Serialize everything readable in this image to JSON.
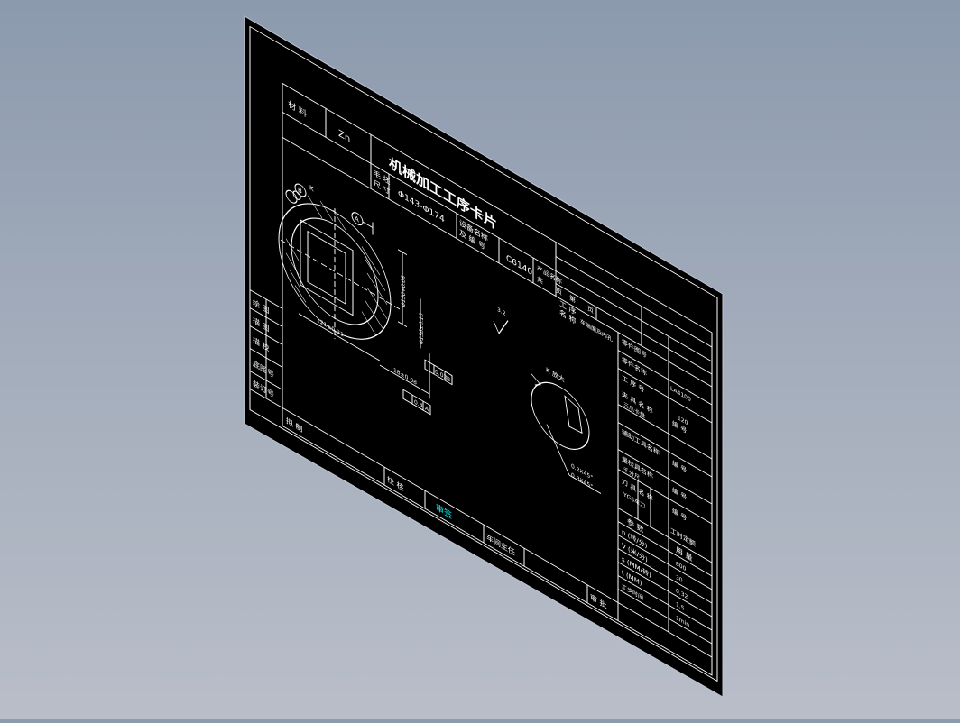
{
  "viewport": {
    "background_top": "#8c9aae",
    "background_bottom": "#b9bec9"
  },
  "sheet": {
    "background": "#000000",
    "line_color": "#ffffff",
    "accent_color": "#00ffff"
  },
  "title_block": {
    "material_label": "材 料",
    "material_value": "Zn",
    "title": "机械加工工序卡片",
    "blank_label_1": "毛 坯",
    "blank_label_2": "尺 寸",
    "blank_size": "Φ143-Φ174",
    "equipment_label_1": "设备名称",
    "equipment_label_2": "及 编 号",
    "equipment_value": "C6140",
    "product_name_label": "产品名称",
    "page_total_label": "共",
    "page_total_unit": "页",
    "page_current_label": "第",
    "page_current_unit": "页",
    "process_label_1": "工 序",
    "process_label_2": "名 称",
    "process_name": "车端面及内孔",
    "part_no_label": "零件图号",
    "part_name_label": "零件名称",
    "part_name_value": "LA4100",
    "op_no_label": "工 序 号",
    "fixture_label": "夹 具 名 称",
    "fixture_value": "三爪卡盘",
    "fixture_no_label": "编 号",
    "fixture_no_value": "120",
    "aux_tool_label": "辅助工具名称",
    "aux_no_label": "编 号",
    "gauge_label": "量检具名称",
    "gauge_value": "千分尺",
    "gauge_no_label": "编 号",
    "cutter_label": "刀 具 名 称",
    "cutter_value": "YG8车刀",
    "cutter_no_label": "编 号",
    "time_label": "工时定额",
    "params_header_1": "参 数",
    "params_header_2": "用 量",
    "param_n_label": "n (转/分)",
    "param_n_value": "800",
    "param_v_label": "V (米/分)",
    "param_v_value": "30",
    "param_s_label": "s (MM/转)",
    "param_s_value": "0.32",
    "param_t_label": "t (MM)",
    "param_t_value": "1.5",
    "param_tool_label": "工步时间",
    "param_tool_value": "1min",
    "left_drawing_label": "绘 图",
    "left_trace_label": "描 图",
    "left_check_label": "描 校",
    "left_base_label": "底图号",
    "left_bind_label": "装订号",
    "compiled_label": "拟 制",
    "checked_label": "校 核",
    "stamp_text": "审签",
    "workshop_label": "车间主任",
    "approve_label": "审 批"
  },
  "drawing": {
    "datum_a": "A",
    "datum_b": "B",
    "k_mark": "K",
    "dia_main": "Φ150+0.08",
    "dia_bore": "Φ136±0.10",
    "dim_121": "121±0.31",
    "dim_18": "18±0.08",
    "tol_perp": "0.03",
    "tol_datum_b": "B",
    "tol_flat": "0.4",
    "tol_datum_a": "A",
    "roughness": "3.2",
    "detail_title": "K 放大",
    "chamfer_1": "0.2X45°",
    "chamfer_2": "0.3X45°"
  }
}
